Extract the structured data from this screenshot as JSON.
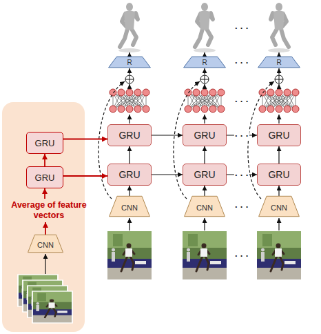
{
  "diagram": {
    "nodes": [
      {
        "text": [
          "GRU"
        ]
      },
      {
        "text": [
          "GRU"
        ]
      },
      {
        "text": [
          "Average of feature vectors"
        ]
      },
      {
        "text": [
          "CNN"
        ]
      },
      {
        "text": [
          "R"
        ]
      },
      {
        "text": [
          "GRU"
        ]
      },
      {
        "text": [
          "GRU"
        ]
      },
      {
        "text": [
          "CNN"
        ]
      },
      {
        "text": [
          "R"
        ]
      },
      {
        "text": [
          "GRU"
        ]
      },
      {
        "text": [
          "GRU"
        ]
      },
      {
        "text": [
          "CNN"
        ]
      },
      {
        "text": [
          "R"
        ]
      },
      {
        "text": [
          "GRU"
        ]
      },
      {
        "text": [
          "GRU"
        ]
      },
      {
        "text": [
          "CNN"
        ]
      }
    ],
    "edges": [
      {
        "from": 3,
        "to": 2,
        "arrow": "to"
      },
      {
        "from": 2,
        "to": 1,
        "arrow": "to"
      },
      {
        "from": 1,
        "to": 0,
        "arrow": "to"
      },
      {
        "from": 0,
        "to": 5,
        "arrow": "to"
      },
      {
        "from": 1,
        "to": 6,
        "arrow": "to"
      },
      {
        "from": 7,
        "to": 6,
        "arrow": "to"
      },
      {
        "from": 6,
        "to": 5,
        "arrow": "to"
      },
      {
        "from": 11,
        "to": 10,
        "arrow": "to"
      },
      {
        "from": 10,
        "to": 9,
        "arrow": "to"
      },
      {
        "from": 15,
        "to": 14,
        "arrow": "to"
      },
      {
        "from": 14,
        "to": 13,
        "arrow": "to"
      },
      {
        "from": 5,
        "to": 9,
        "arrow": "to"
      },
      {
        "from": 6,
        "to": 10,
        "arrow": "to"
      },
      {
        "from": 9,
        "to": 13,
        "arrow": "to"
      },
      {
        "from": 10,
        "to": 14,
        "arrow": "to"
      }
    ],
    "labels": [
      "· · ·",
      "· · ·",
      "· · ·",
      "· · ·",
      "· · ·",
      "· · ·",
      "· · ·"
    ]
  }
}
